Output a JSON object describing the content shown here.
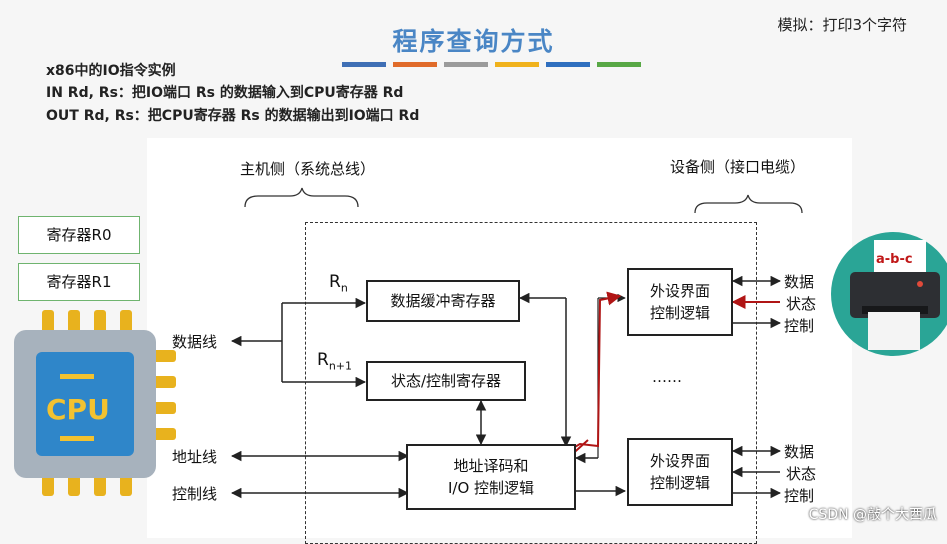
{
  "header": {
    "title": "程序查询方式",
    "corner_note": "模拟：打印3个字符",
    "color_bars": [
      "#3f6fb5",
      "#e06b2a",
      "#9b9b9b",
      "#f0b21c",
      "#2f6fbf",
      "#58a845"
    ]
  },
  "intro": {
    "line1": "x86中的IO指令实例",
    "line2": "IN Rd, Rs：把IO端口 Rs 的数据输入到CPU寄存器 Rd",
    "line3": "OUT Rd, Rs：把CPU寄存器 Rs 的数据输出到IO端口 Rd"
  },
  "cpu": {
    "registers": [
      "寄存器R0",
      "寄存器R1"
    ],
    "chip_label": "CPU"
  },
  "diagram": {
    "host_side": "主机侧（系统总线）",
    "device_side": "设备侧（接口电缆）",
    "bus_lines": [
      "数据线",
      "地址线",
      "控制线"
    ],
    "rn_label": "R",
    "rn_sub": "n",
    "rn1_label": "R",
    "rn1_sub": "n+1",
    "data_buffer": "数据缓冲寄存器",
    "status_control": "状态/控制寄存器",
    "addr_decode_line1": "地址译码和",
    "addr_decode_line2": "I/O 控制逻辑",
    "peripheral_line1": "外设界面",
    "peripheral_line2": "控制逻辑",
    "ellipsis": "……",
    "device_signals": [
      "数据",
      "状态",
      "控制"
    ]
  },
  "printer": {
    "paper_text": "a-b-c"
  },
  "watermark": "CSDN @敲个大西瓜"
}
